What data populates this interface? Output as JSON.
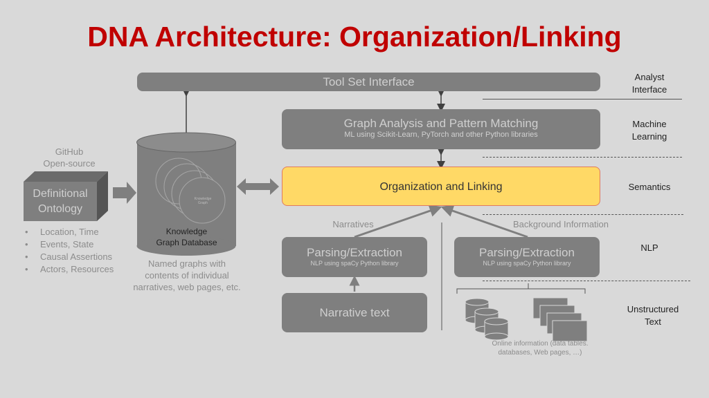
{
  "title": "DNA Architecture: Organization/Linking",
  "layers": {
    "analyst": "Analyst\nInterface",
    "ml": "Machine\nLearning",
    "semantics": "Semantics",
    "nlp": "NLP",
    "unstructured": "Unstructured\nText"
  },
  "toolset": "Tool Set Interface",
  "graph_analysis": {
    "main": "Graph Analysis and Pattern Matching",
    "sub": "ML using Scikit-Learn, PyTorch and other Python libraries"
  },
  "org_linking": "Organization and Linking",
  "narratives_label": "Narratives",
  "background_label": "Background Information",
  "parsing_left": {
    "main": "Parsing/Extraction",
    "sub": "NLP using spaCy Python library"
  },
  "parsing_right": {
    "main": "Parsing/Extraction",
    "sub": "NLP using spaCy Python library"
  },
  "narrative_text": "Narrative text",
  "online_info": "Online information (data tables.\ndatabases, Web pages, …)",
  "github": "GitHub\nOpen-source",
  "ontology": "Definitional\nOntology",
  "ontology_bullets": [
    "Location, Time",
    "Events, State",
    "Causal Assertions",
    "Actors, Resources"
  ],
  "kg_label": "Knowledge\nGraph Database",
  "kg_inner": "Knowledge\nGraph",
  "named_graphs": "Named graphs with\ncontents of individual\nnarratives, web pages, etc."
}
